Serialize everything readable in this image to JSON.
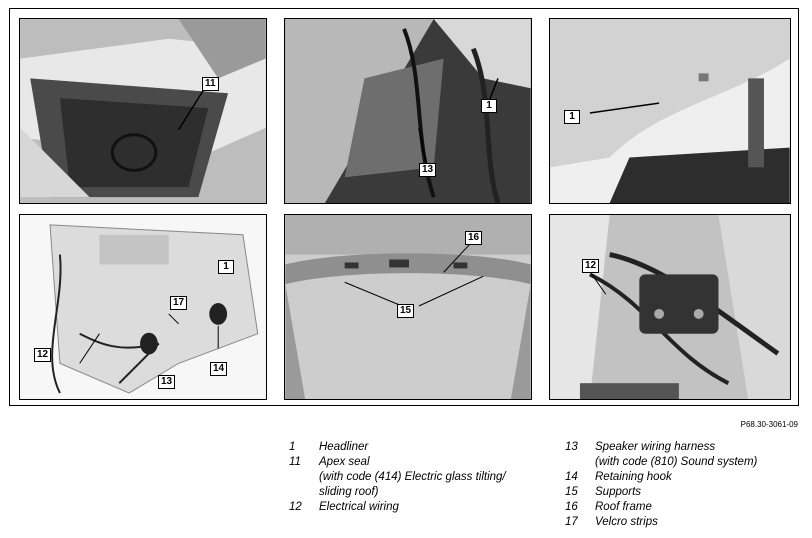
{
  "figure": {
    "code": "P68.30-3061-09",
    "callouts": {
      "p1": [
        "11"
      ],
      "p2": [
        "1",
        "13"
      ],
      "p3": [
        "1"
      ],
      "p4": [
        "1",
        "17",
        "12",
        "14",
        "13"
      ],
      "p5": [
        "16",
        "15"
      ],
      "p6": [
        "12"
      ]
    }
  },
  "legend": {
    "left": [
      {
        "num": "1",
        "lines": [
          "Headliner"
        ]
      },
      {
        "num": "11",
        "lines": [
          "Apex seal",
          "(with code (414) Electric glass tilting/",
          "sliding roof)"
        ]
      },
      {
        "num": "12",
        "lines": [
          "Electrical wiring"
        ]
      }
    ],
    "right": [
      {
        "num": "13",
        "lines": [
          "Speaker wiring harness",
          "(with code (810) Sound system)"
        ]
      },
      {
        "num": "14",
        "lines": [
          "Retaining hook"
        ]
      },
      {
        "num": "15",
        "lines": [
          "Supports"
        ]
      },
      {
        "num": "16",
        "lines": [
          "Roof frame"
        ]
      },
      {
        "num": "17",
        "lines": [
          "Velcro strips"
        ]
      }
    ]
  }
}
